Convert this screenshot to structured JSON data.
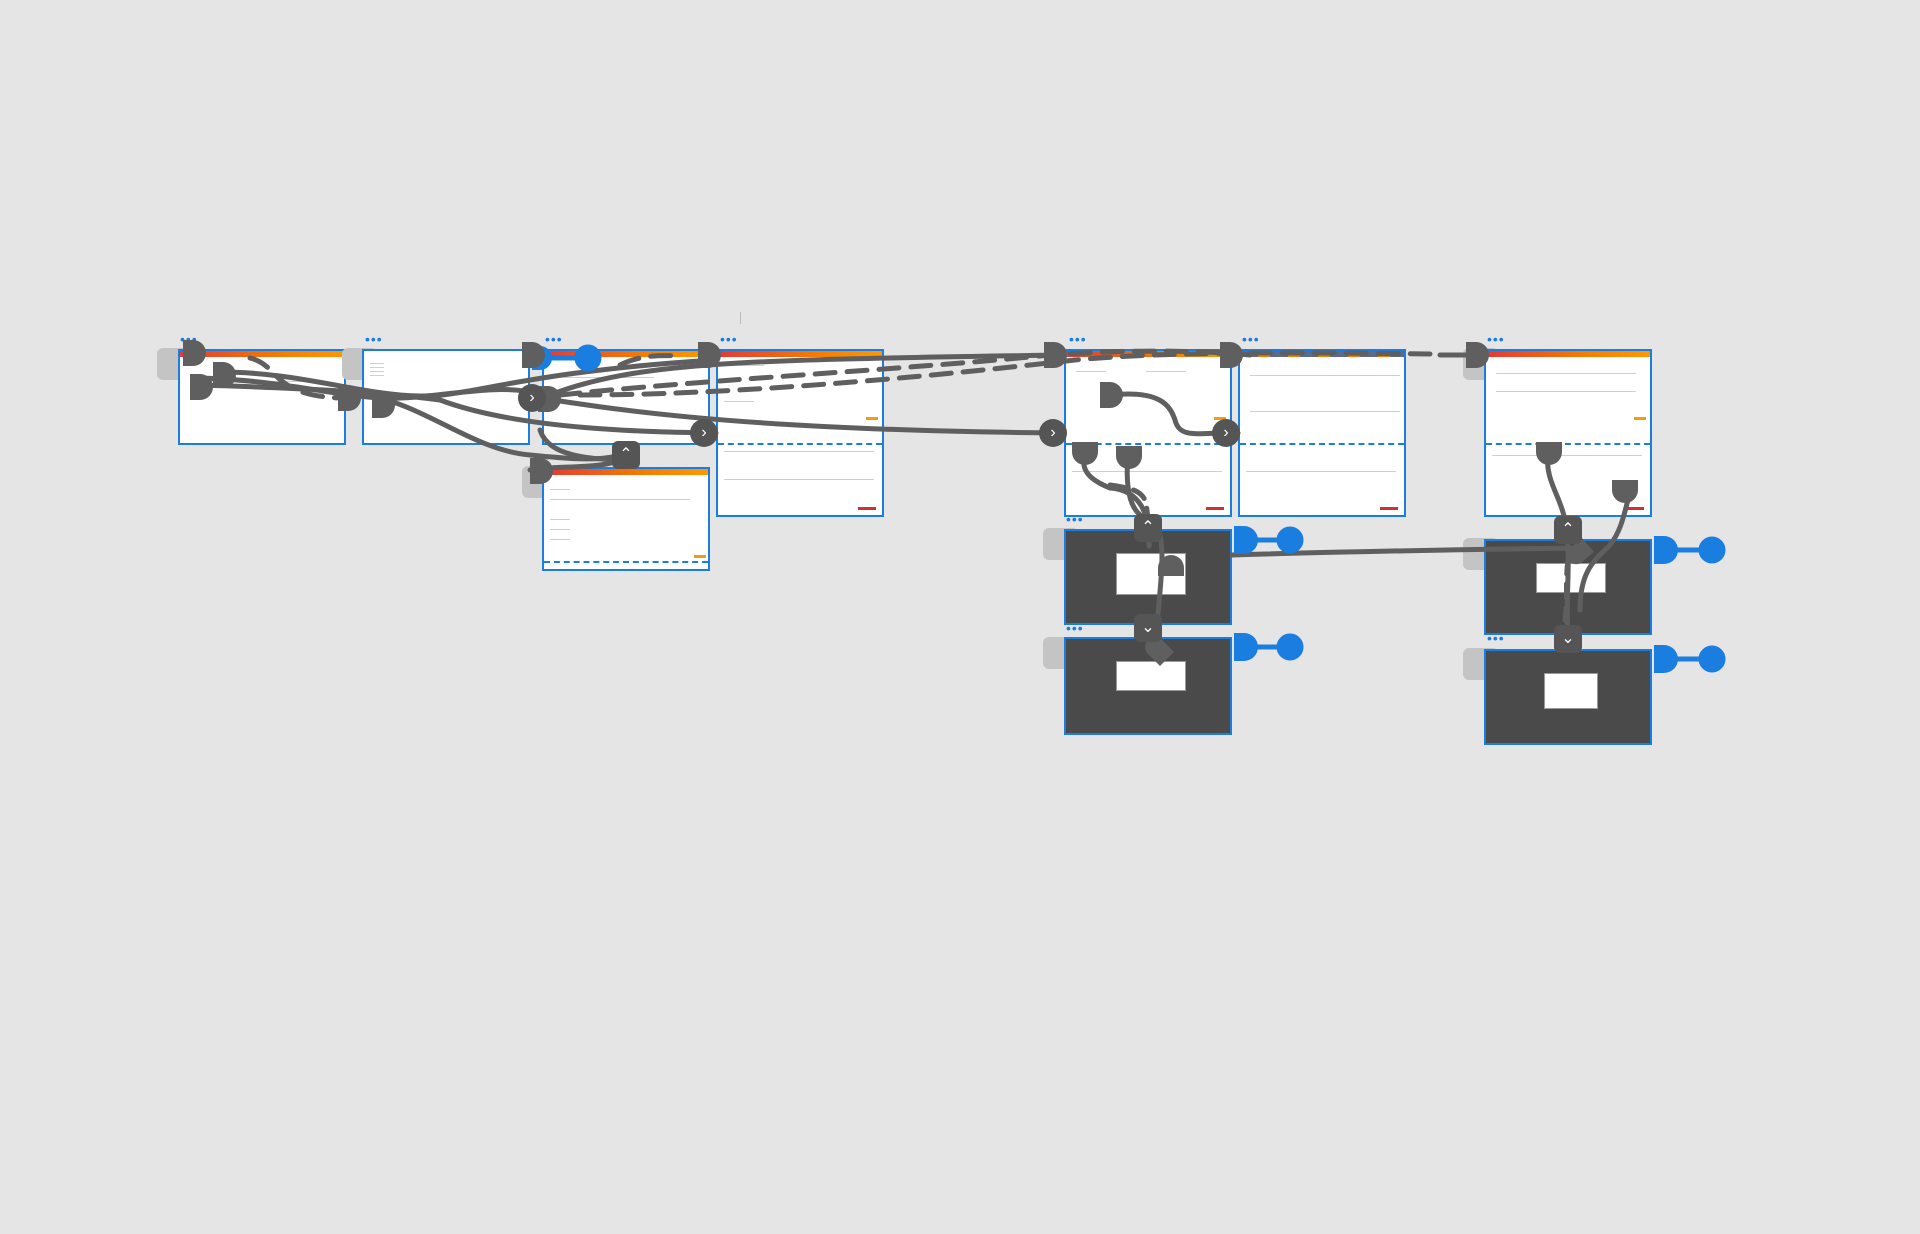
{
  "canvas": {
    "background": "#e5e5e5",
    "accent": "#1a7de0",
    "connector_color": "#5f5f5f",
    "header_gradient": [
      "#e53935",
      "#ff9800"
    ]
  },
  "artboards": [
    {
      "id": "screen-1",
      "theme": "light"
    },
    {
      "id": "screen-2",
      "theme": "light"
    },
    {
      "id": "screen-3",
      "theme": "light"
    },
    {
      "id": "screen-4",
      "theme": "light"
    },
    {
      "id": "screen-5",
      "theme": "light"
    },
    {
      "id": "screen-6",
      "theme": "light"
    },
    {
      "id": "screen-7",
      "theme": "light"
    },
    {
      "id": "screen-8",
      "theme": "light"
    },
    {
      "id": "overlay-1",
      "theme": "dark"
    },
    {
      "id": "overlay-2",
      "theme": "dark"
    },
    {
      "id": "overlay-3",
      "theme": "dark"
    },
    {
      "id": "overlay-4",
      "theme": "dark"
    }
  ],
  "icons": {
    "menu": "more-dots-icon",
    "next": "chevron-right-icon",
    "up": "chevron-up-icon",
    "down": "chevron-down-icon",
    "connector_start": "wire-start-handle-icon",
    "connector_end": "wire-end-handle-icon"
  },
  "glyphs": {
    "dots": "•••",
    "chevron_right": "›",
    "chevron_up": "⌃",
    "chevron_down": "⌄"
  }
}
